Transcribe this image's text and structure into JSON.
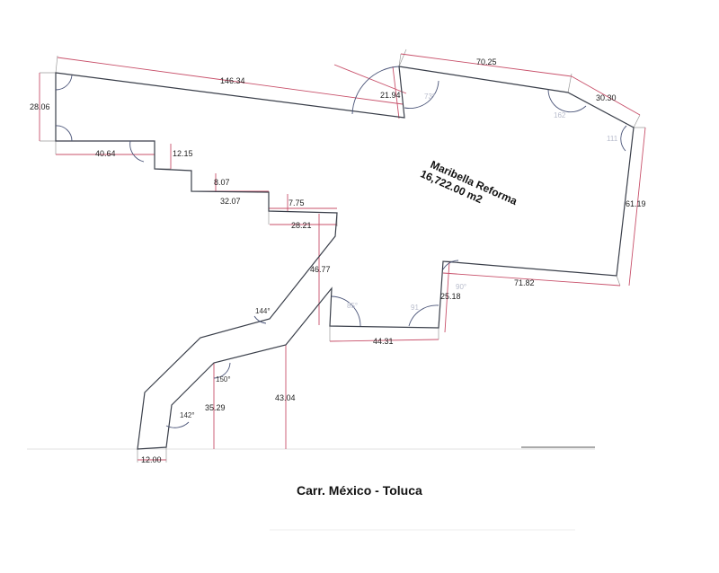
{
  "property": {
    "name": "Maribella Reforma",
    "area": "16,722.00 m2"
  },
  "road_label": "Carr. México - Toluca",
  "dimensions": {
    "top_left": "146.34",
    "left": "28.06",
    "notch": "21.94",
    "top_right": "70.25",
    "corner": "30.30",
    "right": "61.19",
    "bottom_right": "71.82",
    "jog": "25.18",
    "bottom_mid": "44.31",
    "step1_h": "40.64",
    "step1_v": "12.15",
    "step2_v": "8.07",
    "step3_h": "32.07",
    "step3_v": "7.75",
    "step4_h": "28.21",
    "diag": "46.77",
    "vert1": "43.04",
    "vert2": "35.29",
    "base": "12.00"
  },
  "angles": {
    "a1": "144°",
    "a2": "150°",
    "a3": "142°",
    "a4": "73°",
    "a5": "162",
    "a6": "111",
    "a7": "90°",
    "a8": "85°",
    "a9": "91"
  },
  "colors": {
    "outline": "#3a3f4a",
    "dimension": "#c8506a"
  }
}
